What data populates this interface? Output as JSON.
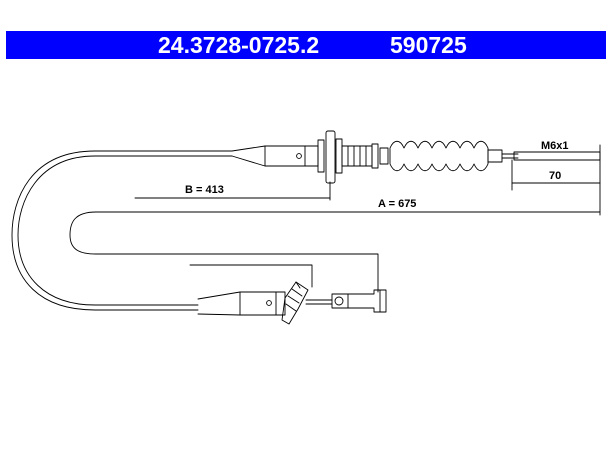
{
  "header": {
    "part_number": "24.3728-0725.2",
    "ref_number": "590725",
    "background_color": "#0000ff",
    "text_color": "#ffffff"
  },
  "drawing": {
    "thread_label": "M6x1",
    "dim_thread_length": "70",
    "dim_b": "B = 413",
    "dim_a": "A = 675"
  }
}
